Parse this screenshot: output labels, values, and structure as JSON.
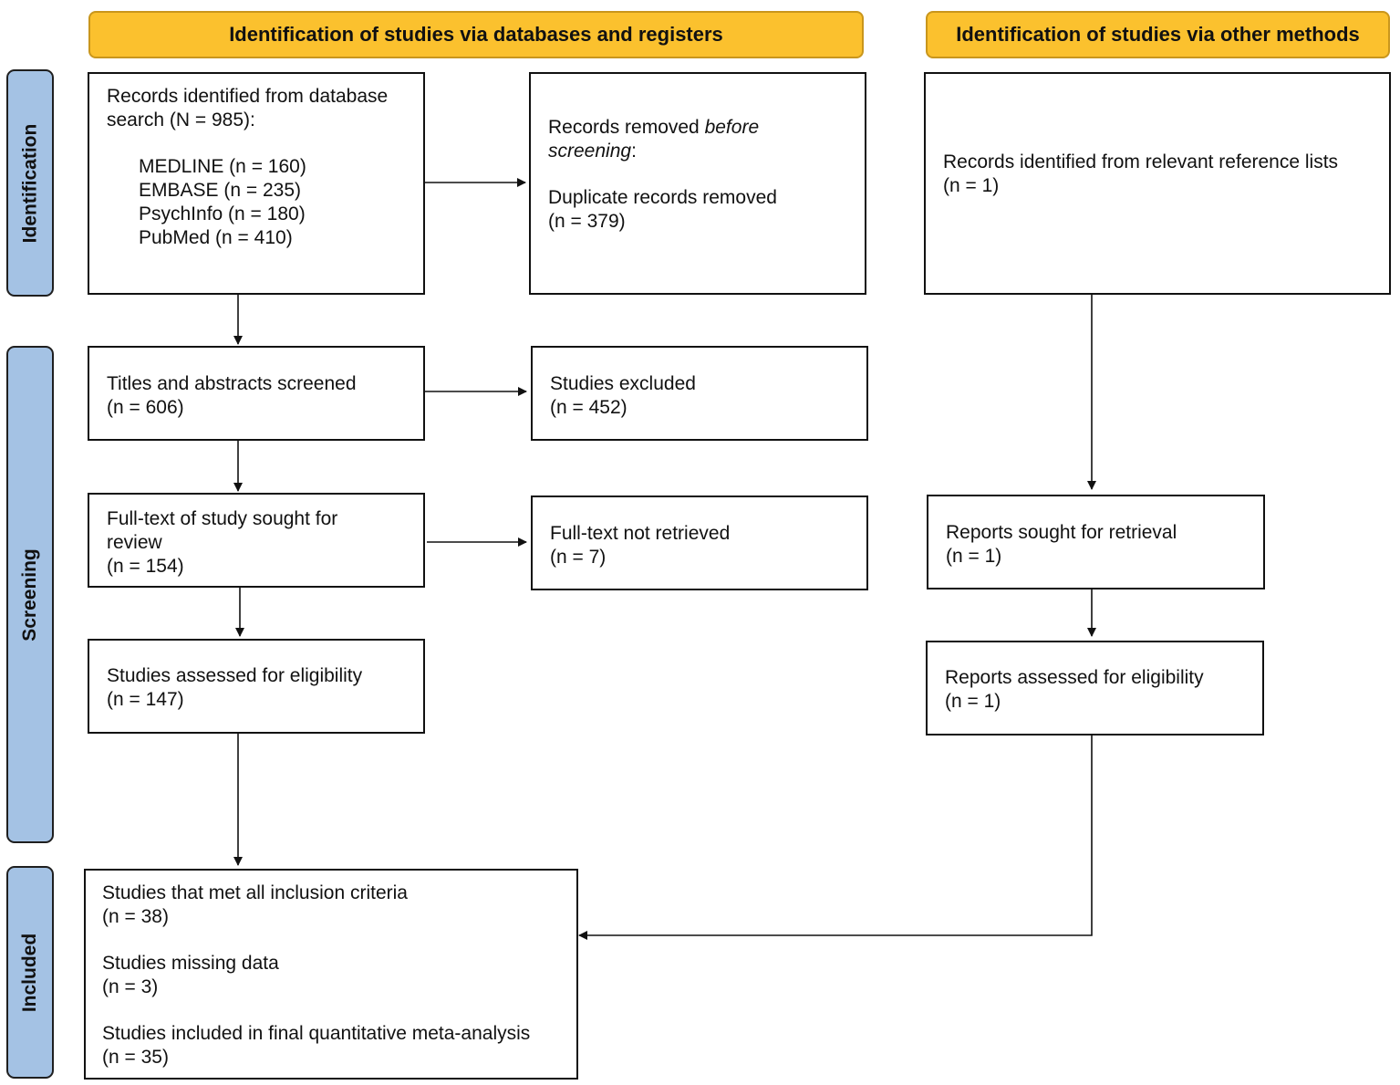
{
  "headers": {
    "databases": "Identification of studies via databases and registers",
    "other": "Identification of studies via other methods"
  },
  "stages": {
    "identification": "Identification",
    "screening": "Screening",
    "included": "Included"
  },
  "boxes": {
    "db_search": {
      "title_1": "Records identified from database",
      "title_2": "search (N = 985):",
      "sources": [
        "MEDLINE (n = 160)",
        "EMBASE (n = 235)",
        "PsychInfo (n = 180)",
        "PubMed (n = 410)"
      ]
    },
    "removed": {
      "line_1a": "Records removed ",
      "line_1b": "before",
      "line_2a": "screening",
      "line_2b": ":",
      "detail": "Duplicate records removed",
      "count": "(n = 379)"
    },
    "ref_lists": {
      "title": "Records identified from relevant reference lists",
      "count": "(n = 1)"
    },
    "screened": {
      "title": "Titles and abstracts screened",
      "count": "(n = 606)"
    },
    "excluded": {
      "title": "Studies excluded",
      "count": "(n = 452)"
    },
    "fulltext": {
      "title_1": "Full-text of study sought for",
      "title_2": "review",
      "count": "(n = 154)"
    },
    "not_retrieved": {
      "title": "Full-text not retrieved",
      "count": "(n = 7)"
    },
    "reports_sought": {
      "title": "Reports sought for retrieval",
      "count": "(n = 1)"
    },
    "assessed": {
      "title": "Studies assessed for eligibility",
      "count": "(n = 147)"
    },
    "reports_assessed": {
      "title": "Reports assessed for eligibility",
      "count": "(n = 1)"
    },
    "included": {
      "met_title": "Studies that met all inclusion criteria",
      "met_count": "(n = 38)",
      "missing_title": "Studies missing data",
      "missing_count": "(n = 3)",
      "final_title": "Studies included in final quantitative meta-analysis",
      "final_count": "(n = 35)"
    }
  }
}
